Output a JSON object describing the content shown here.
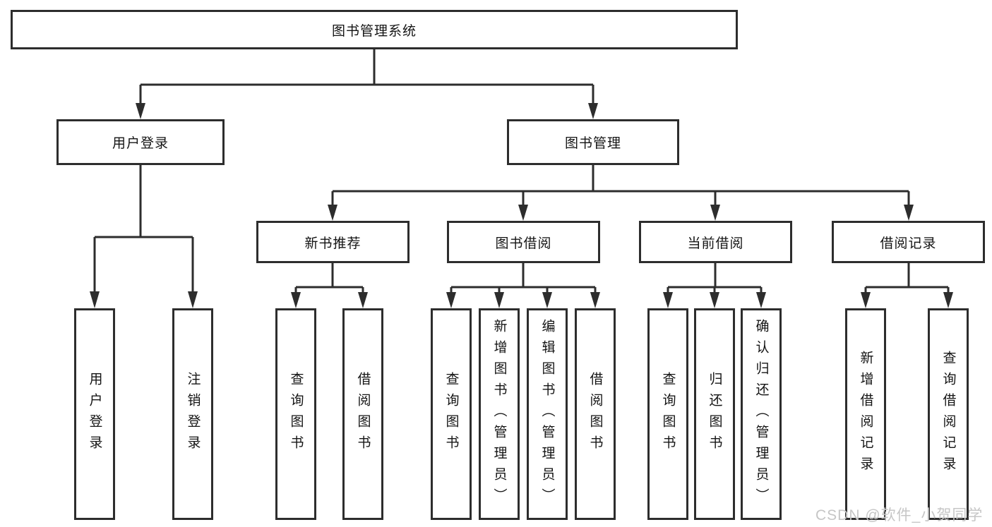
{
  "diagram": {
    "title": "图书管理系统",
    "level2": {
      "user_login": "用户登录",
      "book_mgmt": "图书管理"
    },
    "level3": {
      "new_books": "新书推荐",
      "book_borrow": "图书借阅",
      "current_borrow": "当前借阅",
      "borrow_records": "借阅记录"
    },
    "leaves": {
      "user_login": "用户登录",
      "logout": "注销登录",
      "nb_query_books": "查询图书",
      "nb_borrow_books": "借阅图书",
      "bb_query_books": "查询图书",
      "bb_add_books": "新增图书（管理员）",
      "bb_edit_books": "编辑图书（管理员）",
      "bb_borrow_books": "借阅图书",
      "cb_query_books": "查询图书",
      "cb_return_books": "归还图书",
      "cb_confirm_return": "确认归还（管理员）",
      "br_add_record": "新增借阅记录",
      "br_query_record": "查询借阅记录"
    }
  },
  "watermark": "CSDN @软件_小贺同学",
  "colors": {
    "line": "#2d2d2d",
    "text": "#141414",
    "watermark": "#c6c6c6",
    "background": "#ffffff"
  }
}
